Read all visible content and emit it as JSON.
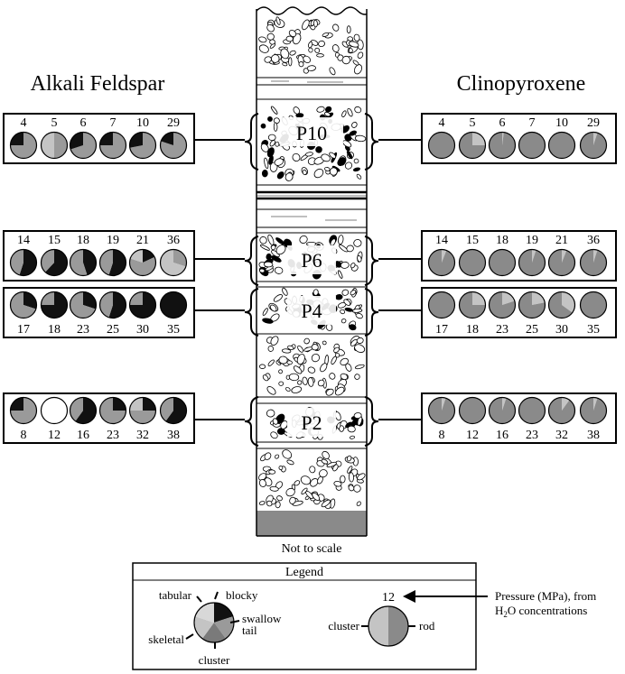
{
  "titles": {
    "left": "Alkali Feldspar",
    "right": "Clinopyroxene"
  },
  "column": {
    "note": "Not to scale",
    "samples": [
      "P10",
      "P6",
      "P4",
      "P2"
    ]
  },
  "colors": {
    "blocky": "#111111",
    "swallowtail": "#9a9a9a",
    "cluster": "#c4c4c4",
    "skeletal": "#7a7a7a",
    "tabular": "#d8d8d8",
    "cpx_cluster": "#c4c4c4",
    "cpx_rod": "#8a8a8a",
    "empty": "#ffffff",
    "gravel": "#e0e0e0",
    "base": "#8a8a8a"
  },
  "rows": [
    {
      "sample": "P10",
      "numbers_top": true,
      "feldspar": [
        {
          "p": "4",
          "parts": [
            [
              "swallowtail",
              0.75
            ],
            [
              "blocky",
              0.25
            ]
          ]
        },
        {
          "p": "5",
          "parts": [
            [
              "swallowtail",
              0.5
            ],
            [
              "cluster",
              0.5
            ]
          ]
        },
        {
          "p": "6",
          "parts": [
            [
              "swallowtail",
              0.7
            ],
            [
              "blocky",
              0.3
            ]
          ]
        },
        {
          "p": "7",
          "parts": [
            [
              "swallowtail",
              0.75
            ],
            [
              "blocky",
              0.25
            ]
          ]
        },
        {
          "p": "10",
          "parts": [
            [
              "swallowtail",
              0.72
            ],
            [
              "blocky",
              0.28
            ]
          ]
        },
        {
          "p": "29",
          "parts": [
            [
              "swallowtail",
              0.8
            ],
            [
              "blocky",
              0.2
            ]
          ]
        }
      ],
      "cpx": [
        {
          "p": "4",
          "cluster": 0.0
        },
        {
          "p": "5",
          "cluster": 0.25
        },
        {
          "p": "6",
          "cluster": 0.02
        },
        {
          "p": "7",
          "cluster": 0.0
        },
        {
          "p": "10",
          "cluster": 0.0
        },
        {
          "p": "29",
          "cluster": 0.05
        }
      ]
    },
    {
      "sample": "P6",
      "numbers_top": true,
      "feldspar": [
        {
          "p": "14",
          "parts": [
            [
              "blocky",
              0.55
            ],
            [
              "swallowtail",
              0.45
            ]
          ]
        },
        {
          "p": "15",
          "parts": [
            [
              "blocky",
              0.62
            ],
            [
              "swallowtail",
              0.38
            ]
          ]
        },
        {
          "p": "18",
          "parts": [
            [
              "blocky",
              0.45
            ],
            [
              "swallowtail",
              0.55
            ]
          ]
        },
        {
          "p": "19",
          "parts": [
            [
              "blocky",
              0.55
            ],
            [
              "swallowtail",
              0.45
            ]
          ]
        },
        {
          "p": "21",
          "parts": [
            [
              "blocky",
              0.18
            ],
            [
              "swallowtail",
              0.62
            ],
            [
              "cluster",
              0.2
            ]
          ]
        },
        {
          "p": "36",
          "parts": [
            [
              "swallowtail",
              0.3
            ],
            [
              "cluster",
              0.7
            ]
          ]
        }
      ],
      "cpx": [
        {
          "p": "14",
          "cluster": 0.06
        },
        {
          "p": "15",
          "cluster": 0.0
        },
        {
          "p": "18",
          "cluster": 0.0
        },
        {
          "p": "19",
          "cluster": 0.05
        },
        {
          "p": "21",
          "cluster": 0.06
        },
        {
          "p": "36",
          "cluster": 0.05
        }
      ]
    },
    {
      "sample": "P4",
      "numbers_top": false,
      "feldspar": [
        {
          "p": "17",
          "parts": [
            [
              "blocky",
              0.3
            ],
            [
              "swallowtail",
              0.7
            ]
          ]
        },
        {
          "p": "18",
          "parts": [
            [
              "blocky",
              0.75
            ],
            [
              "swallowtail",
              0.25
            ]
          ]
        },
        {
          "p": "23",
          "parts": [
            [
              "blocky",
              0.3
            ],
            [
              "swallowtail",
              0.7
            ]
          ]
        },
        {
          "p": "25",
          "parts": [
            [
              "blocky",
              0.55
            ],
            [
              "swallowtail",
              0.45
            ]
          ]
        },
        {
          "p": "30",
          "parts": [
            [
              "blocky",
              0.75
            ],
            [
              "swallowtail",
              0.25
            ]
          ]
        },
        {
          "p": "35",
          "parts": [
            [
              "blocky",
              1.0
            ]
          ]
        }
      ],
      "cpx": [
        {
          "p": "17",
          "cluster": 0.0
        },
        {
          "p": "18",
          "cluster": 0.25
        },
        {
          "p": "23",
          "cluster": 0.2
        },
        {
          "p": "25",
          "cluster": 0.22
        },
        {
          "p": "30",
          "cluster": 0.35
        },
        {
          "p": "35",
          "cluster": 0.0
        }
      ]
    },
    {
      "sample": "P2",
      "numbers_top": false,
      "feldspar": [
        {
          "p": "8",
          "parts": [
            [
              "swallowtail",
              0.75
            ],
            [
              "blocky",
              0.25
            ]
          ]
        },
        {
          "p": "12",
          "parts": [
            [
              "empty",
              1.0
            ]
          ]
        },
        {
          "p": "16",
          "parts": [
            [
              "blocky",
              0.6
            ],
            [
              "swallowtail",
              0.4
            ]
          ]
        },
        {
          "p": "23",
          "parts": [
            [
              "blocky",
              0.25
            ],
            [
              "swallowtail",
              0.75
            ]
          ]
        },
        {
          "p": "32",
          "parts": [
            [
              "blocky",
              0.25
            ],
            [
              "swallowtail",
              0.5
            ],
            [
              "cluster",
              0.25
            ]
          ]
        },
        {
          "p": "38",
          "parts": [
            [
              "blocky",
              0.6
            ],
            [
              "swallowtail",
              0.4
            ]
          ]
        }
      ],
      "cpx": [
        {
          "p": "8",
          "cluster": 0.05
        },
        {
          "p": "12",
          "cluster": 0.0
        },
        {
          "p": "16",
          "cluster": 0.05
        },
        {
          "p": "23",
          "cluster": 0.0
        },
        {
          "p": "32",
          "cluster": 0.1
        },
        {
          "p": "38",
          "cluster": 0.05
        }
      ]
    }
  ],
  "legend": {
    "title": "Legend",
    "feldspar_labels": {
      "tabular": "tabular",
      "blocky": "blocky",
      "skeletal": "skeletal",
      "swallow": "swallow",
      "tail": "tail",
      "cluster": "cluster"
    },
    "pressure_example": "12",
    "cpx_labels": {
      "cluster": "cluster",
      "rod": "rod"
    },
    "pressure_note_line1": "Pressure (MPa), from",
    "pressure_note_h": "H",
    "pressure_note_sub": "2",
    "pressure_note_rest": "O concentrations"
  }
}
